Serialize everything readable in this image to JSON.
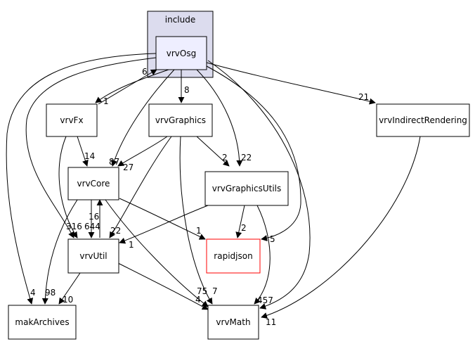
{
  "cluster": {
    "label": "include"
  },
  "nodes": [
    {
      "id": "vrvOsg",
      "label": "vrvOsg"
    },
    {
      "id": "vrvFx",
      "label": "vrvFx"
    },
    {
      "id": "vrvGraphics",
      "label": "vrvGraphics"
    },
    {
      "id": "vrvIndirectRendering",
      "label": "vrvIndirectRendering"
    },
    {
      "id": "vrvCore",
      "label": "vrvCore"
    },
    {
      "id": "vrvGraphicsUtils",
      "label": "vrvGraphicsUtils"
    },
    {
      "id": "vrvUtil",
      "label": "vrvUtil"
    },
    {
      "id": "rapidjson",
      "label": "rapidjson"
    },
    {
      "id": "makArchives",
      "label": "makArchives"
    },
    {
      "id": "vrvMath",
      "label": "vrvMath"
    }
  ],
  "edges": [
    {
      "id": "osg-fx",
      "label": "1"
    },
    {
      "id": "fx-osg",
      "label": "6"
    },
    {
      "id": "osg-graphics",
      "label": "8"
    },
    {
      "id": "osg-indirect",
      "label": "21"
    },
    {
      "id": "osg-core",
      "label": "87"
    },
    {
      "id": "osg-gutils",
      "label": "22"
    },
    {
      "id": "osg-util",
      "label": "316"
    },
    {
      "id": "osg-rapidjson",
      "label": "5"
    },
    {
      "id": "osg-mak",
      "label": "4"
    },
    {
      "id": "osg-math",
      "label": "457"
    },
    {
      "id": "fx-core",
      "label": "14"
    },
    {
      "id": "fx-util",
      "label": ""
    },
    {
      "id": "graphics-core",
      "label": "27"
    },
    {
      "id": "graphics-gutils",
      "label": "2"
    },
    {
      "id": "graphics-util",
      "label": "22"
    },
    {
      "id": "graphics-math",
      "label": "7"
    },
    {
      "id": "core-util",
      "label": "644"
    },
    {
      "id": "util-core",
      "label": "16"
    },
    {
      "id": "core-rapidjson",
      "label": "1"
    },
    {
      "id": "core-mak",
      "label": "98"
    },
    {
      "id": "core-math",
      "label": "75"
    },
    {
      "id": "gutils-util",
      "label": "1"
    },
    {
      "id": "gutils-rapidjson",
      "label": "2"
    },
    {
      "id": "gutils-math",
      "label": ""
    },
    {
      "id": "util-mak",
      "label": "10"
    },
    {
      "id": "util-math",
      "label": "4"
    },
    {
      "id": "indirect-math",
      "label": "11"
    }
  ]
}
